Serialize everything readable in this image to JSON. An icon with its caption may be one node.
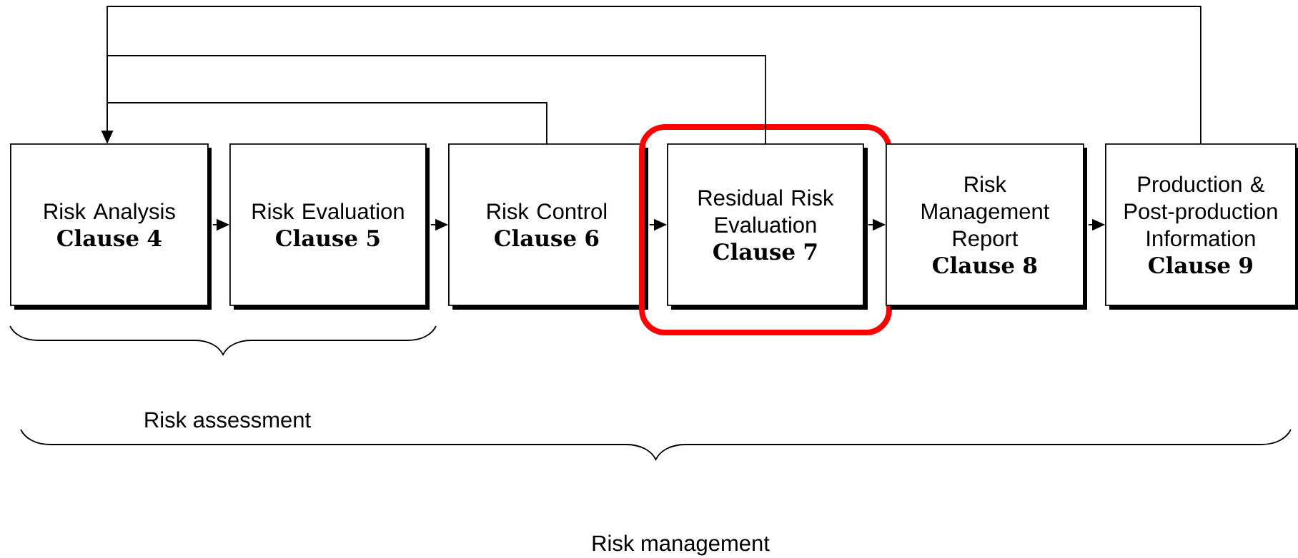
{
  "diagram": {
    "nodes": [
      {
        "text": [
          "Risk Analysis",
          "Clause 4"
        ]
      },
      {
        "text": [
          "Risk Evaluation",
          "Clause 5"
        ]
      },
      {
        "text": [
          "Risk Control",
          "Clause 6"
        ]
      },
      {
        "text": [],
        "shape": "box"
      },
      {
        "text": [
          "Residual Risk Evaluation",
          "Clause 7"
        ],
        "in": 3
      },
      {
        "text": [
          "Risk Management Report",
          "Clause 8"
        ]
      },
      {
        "text": [
          "Production & Post-production Information",
          "Clause 9"
        ]
      }
    ],
    "edges": [
      {
        "from": 0,
        "to": 1,
        "arrow": "to"
      },
      {
        "from": 1,
        "to": 2,
        "arrow": "to"
      },
      {
        "from": 2,
        "to": 4,
        "arrow": "to"
      },
      {
        "from": 4,
        "to": 5,
        "arrow": "to"
      },
      {
        "from": 5,
        "to": 6,
        "arrow": "to"
      },
      {
        "from": 2,
        "to": 0,
        "arrow": "to"
      },
      {
        "from": 4,
        "to": 0,
        "arrow": "to"
      },
      {
        "from": 6,
        "to": 0,
        "arrow": "to"
      }
    ],
    "labels": [
      "Risk assessment",
      "Risk management"
    ]
  }
}
